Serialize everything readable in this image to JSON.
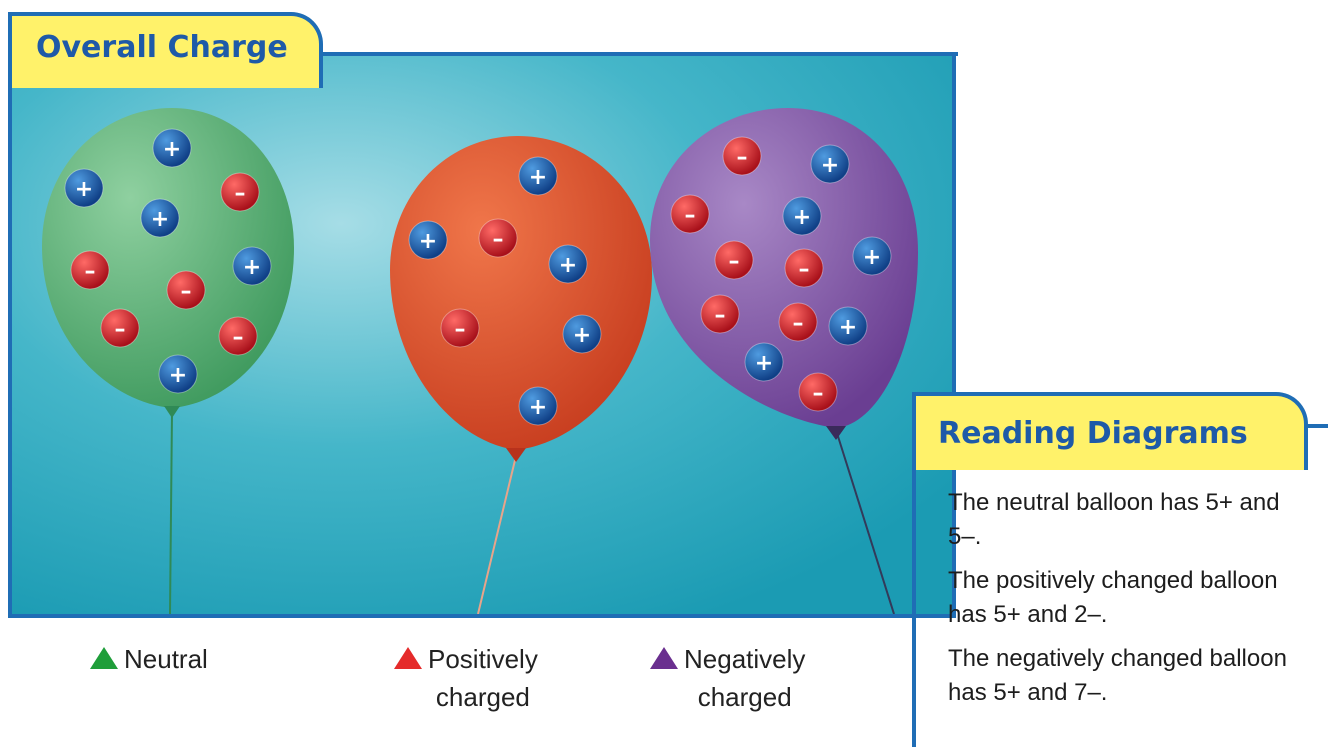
{
  "header": {
    "title": "Overall Charge"
  },
  "legend": {
    "items": [
      {
        "id": "neutral",
        "label": "Neutral",
        "color": "#1f9e3a"
      },
      {
        "id": "positive",
        "label": "Positively\ncharged",
        "color": "#e52b2b"
      },
      {
        "id": "negative",
        "label": "Negatively\ncharged",
        "color": "#6a2f8f"
      }
    ]
  },
  "reading_diagrams": {
    "title": "Reading Diagrams",
    "lines": [
      "The neutral balloon has 5+ and 5–.",
      "The positively changed balloon has 5+ and 2–.",
      "The negatively changed balloon has 5+ and 7–."
    ]
  },
  "balloons": [
    {
      "name": "neutral",
      "color": "#5fb87a",
      "positive": 5,
      "negative": 5
    },
    {
      "name": "positive",
      "color": "#e3532e",
      "positive": 5,
      "negative": 2
    },
    {
      "name": "negative",
      "color": "#8b5fa8",
      "positive": 5,
      "negative": 7
    }
  ],
  "symbols": {
    "plus": "+",
    "minus": "–"
  },
  "colors": {
    "accent": "#1f6db5",
    "tab": "#fff26a",
    "sky": "#3fb3c8",
    "plus": "#1f5fa8",
    "minus": "#d81f27"
  }
}
